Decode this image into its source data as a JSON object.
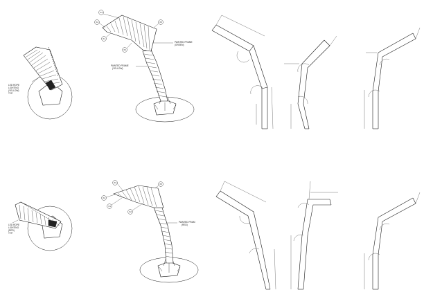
{
  "labels": {
    "plan_top": [
      "LED ROPE",
      "LIGHTING",
      "(YELLOW)",
      "TYP."
    ],
    "plan_bottom": [
      "LED ROPE",
      "LIGHTING",
      "(RED)",
      "TYP."
    ],
    "iso_top_green": [
      "PAINTED FRAME",
      "(GREEN)"
    ],
    "iso_top_yellow": [
      "PAINTED FRAME",
      "(YELLOW)"
    ],
    "iso_bottom_red": [
      "PAINTED FRAM",
      "(RED)"
    ]
  },
  "tags": {
    "iso_top": [
      "X3",
      "X4",
      "X5",
      "X1",
      "X2"
    ],
    "iso_bottom": [
      "X3",
      "X4",
      "X5",
      "X1",
      "X2"
    ]
  },
  "colors": {
    "line": "#1a1a1a",
    "hatch": "#333333",
    "paper": "#ffffff"
  }
}
